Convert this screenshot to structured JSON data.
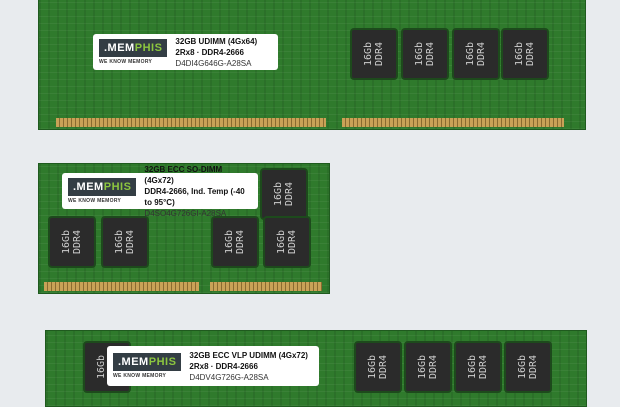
{
  "brand": {
    "logo_a": ".MEM",
    "logo_b": "PHIS",
    "tagline": "WE KNOW MEMORY"
  },
  "chip_text": "16Gb\nDDR4",
  "modules": [
    {
      "line1": "32GB UDIMM (4Gx64)",
      "line2": "2Rx8 · DDR4-2666",
      "part": "D4DI4G646G-A28SA"
    },
    {
      "line1": "32GB ECC SO-DIMM (4Gx72)",
      "line2": "DDR4-2666, Ind. Temp (-40 to 95°C)",
      "part": "D4SO4G726GI-A28SA"
    },
    {
      "line1": "32GB ECC VLP UDIMM (4Gx72)",
      "line2": "2Rx8 · DDR4-2666",
      "part": "D4DV4G726G-A28SA"
    }
  ]
}
